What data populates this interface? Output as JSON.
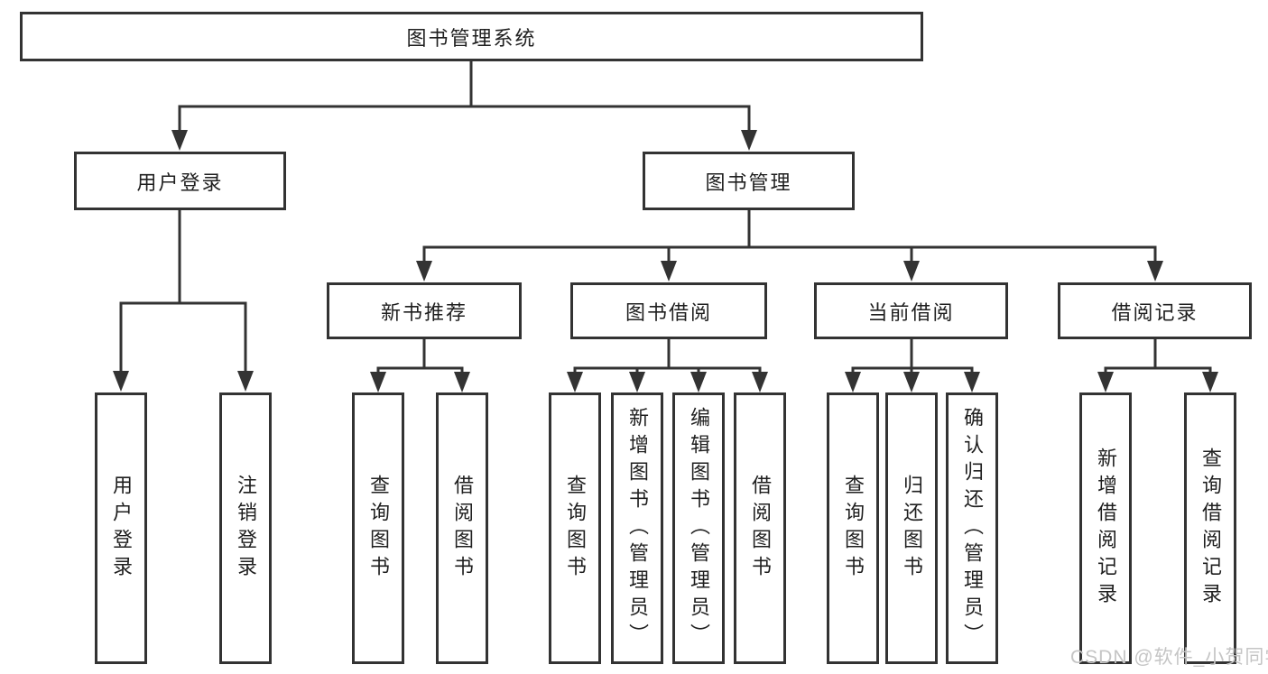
{
  "tree": {
    "root": {
      "label": "图书管理系统"
    },
    "user_login": {
      "label": "用户登录",
      "children": [
        "用户登录",
        "注销登录"
      ]
    },
    "book_mgmt": {
      "label": "图书管理",
      "groups": [
        {
          "label": "新书推荐",
          "children": [
            "查询图书",
            "借阅图书"
          ]
        },
        {
          "label": "图书借阅",
          "children": [
            "查询图书",
            "新增图书（管理员）",
            "编辑图书（管理员）",
            "借阅图书"
          ]
        },
        {
          "label": "当前借阅",
          "children": [
            "查询图书",
            "归还图书",
            "确认归还（管理员）"
          ]
        },
        {
          "label": "借阅记录",
          "children": [
            "新增借阅记录",
            "查询借阅记录"
          ]
        }
      ]
    }
  },
  "watermark": {
    "text": "CSDN @软件_小贺同学",
    "color": "#c5c5c5"
  },
  "colors": {
    "line": "#333333",
    "node_border": "#333333",
    "node_fill": "#ffffff",
    "text": "#1f1f1f",
    "background": "#ffffff"
  }
}
